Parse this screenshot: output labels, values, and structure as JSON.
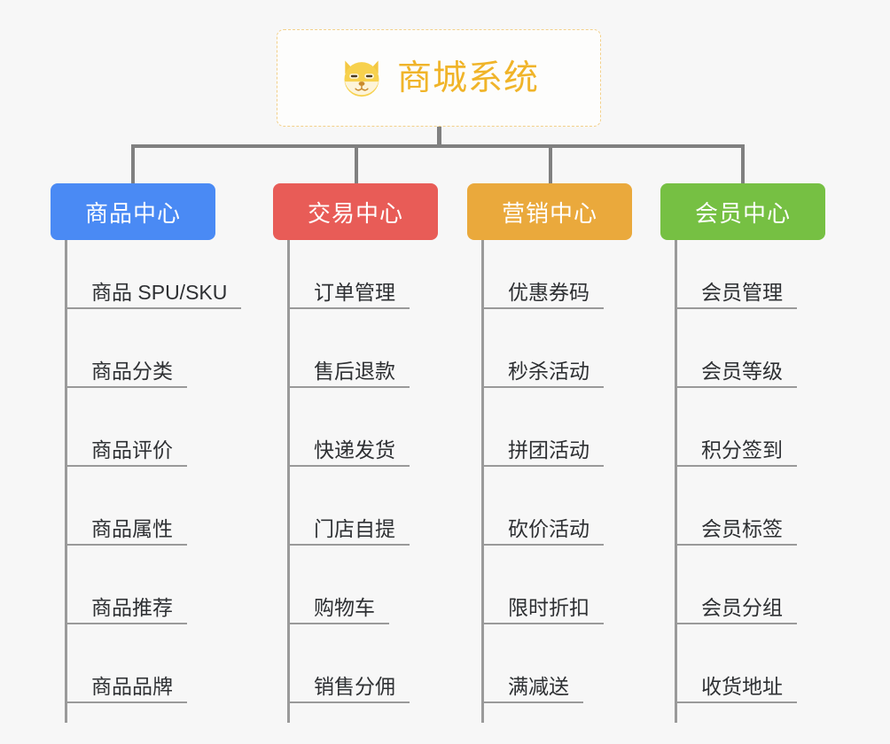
{
  "diagram": {
    "type": "org-chart",
    "background_color": "#f7f7f7",
    "root": {
      "title": "商城系统",
      "icon": "dog-face-icon",
      "border_color": "#f3d08a",
      "text_color": "#f0b429"
    },
    "connector_color": "#808080",
    "columns": [
      {
        "id": "product",
        "label": "商品中心",
        "color": "#4a8af4",
        "items": [
          "商品 SPU/SKU",
          "商品分类",
          "商品评价",
          "商品属性",
          "商品推荐",
          "商品品牌"
        ]
      },
      {
        "id": "trade",
        "label": "交易中心",
        "color": "#e85c57",
        "items": [
          "订单管理",
          "售后退款",
          "快递发货",
          "门店自提",
          "购物车",
          "销售分佣"
        ]
      },
      {
        "id": "marketing",
        "label": "营销中心",
        "color": "#eaa93c",
        "items": [
          "优惠券码",
          "秒杀活动",
          "拼团活动",
          "砍价活动",
          "限时折扣",
          "满减送"
        ]
      },
      {
        "id": "member",
        "label": "会员中心",
        "color": "#76c043",
        "items": [
          "会员管理",
          "会员等级",
          "积分签到",
          "会员标签",
          "会员分组",
          "收货地址"
        ]
      }
    ]
  }
}
